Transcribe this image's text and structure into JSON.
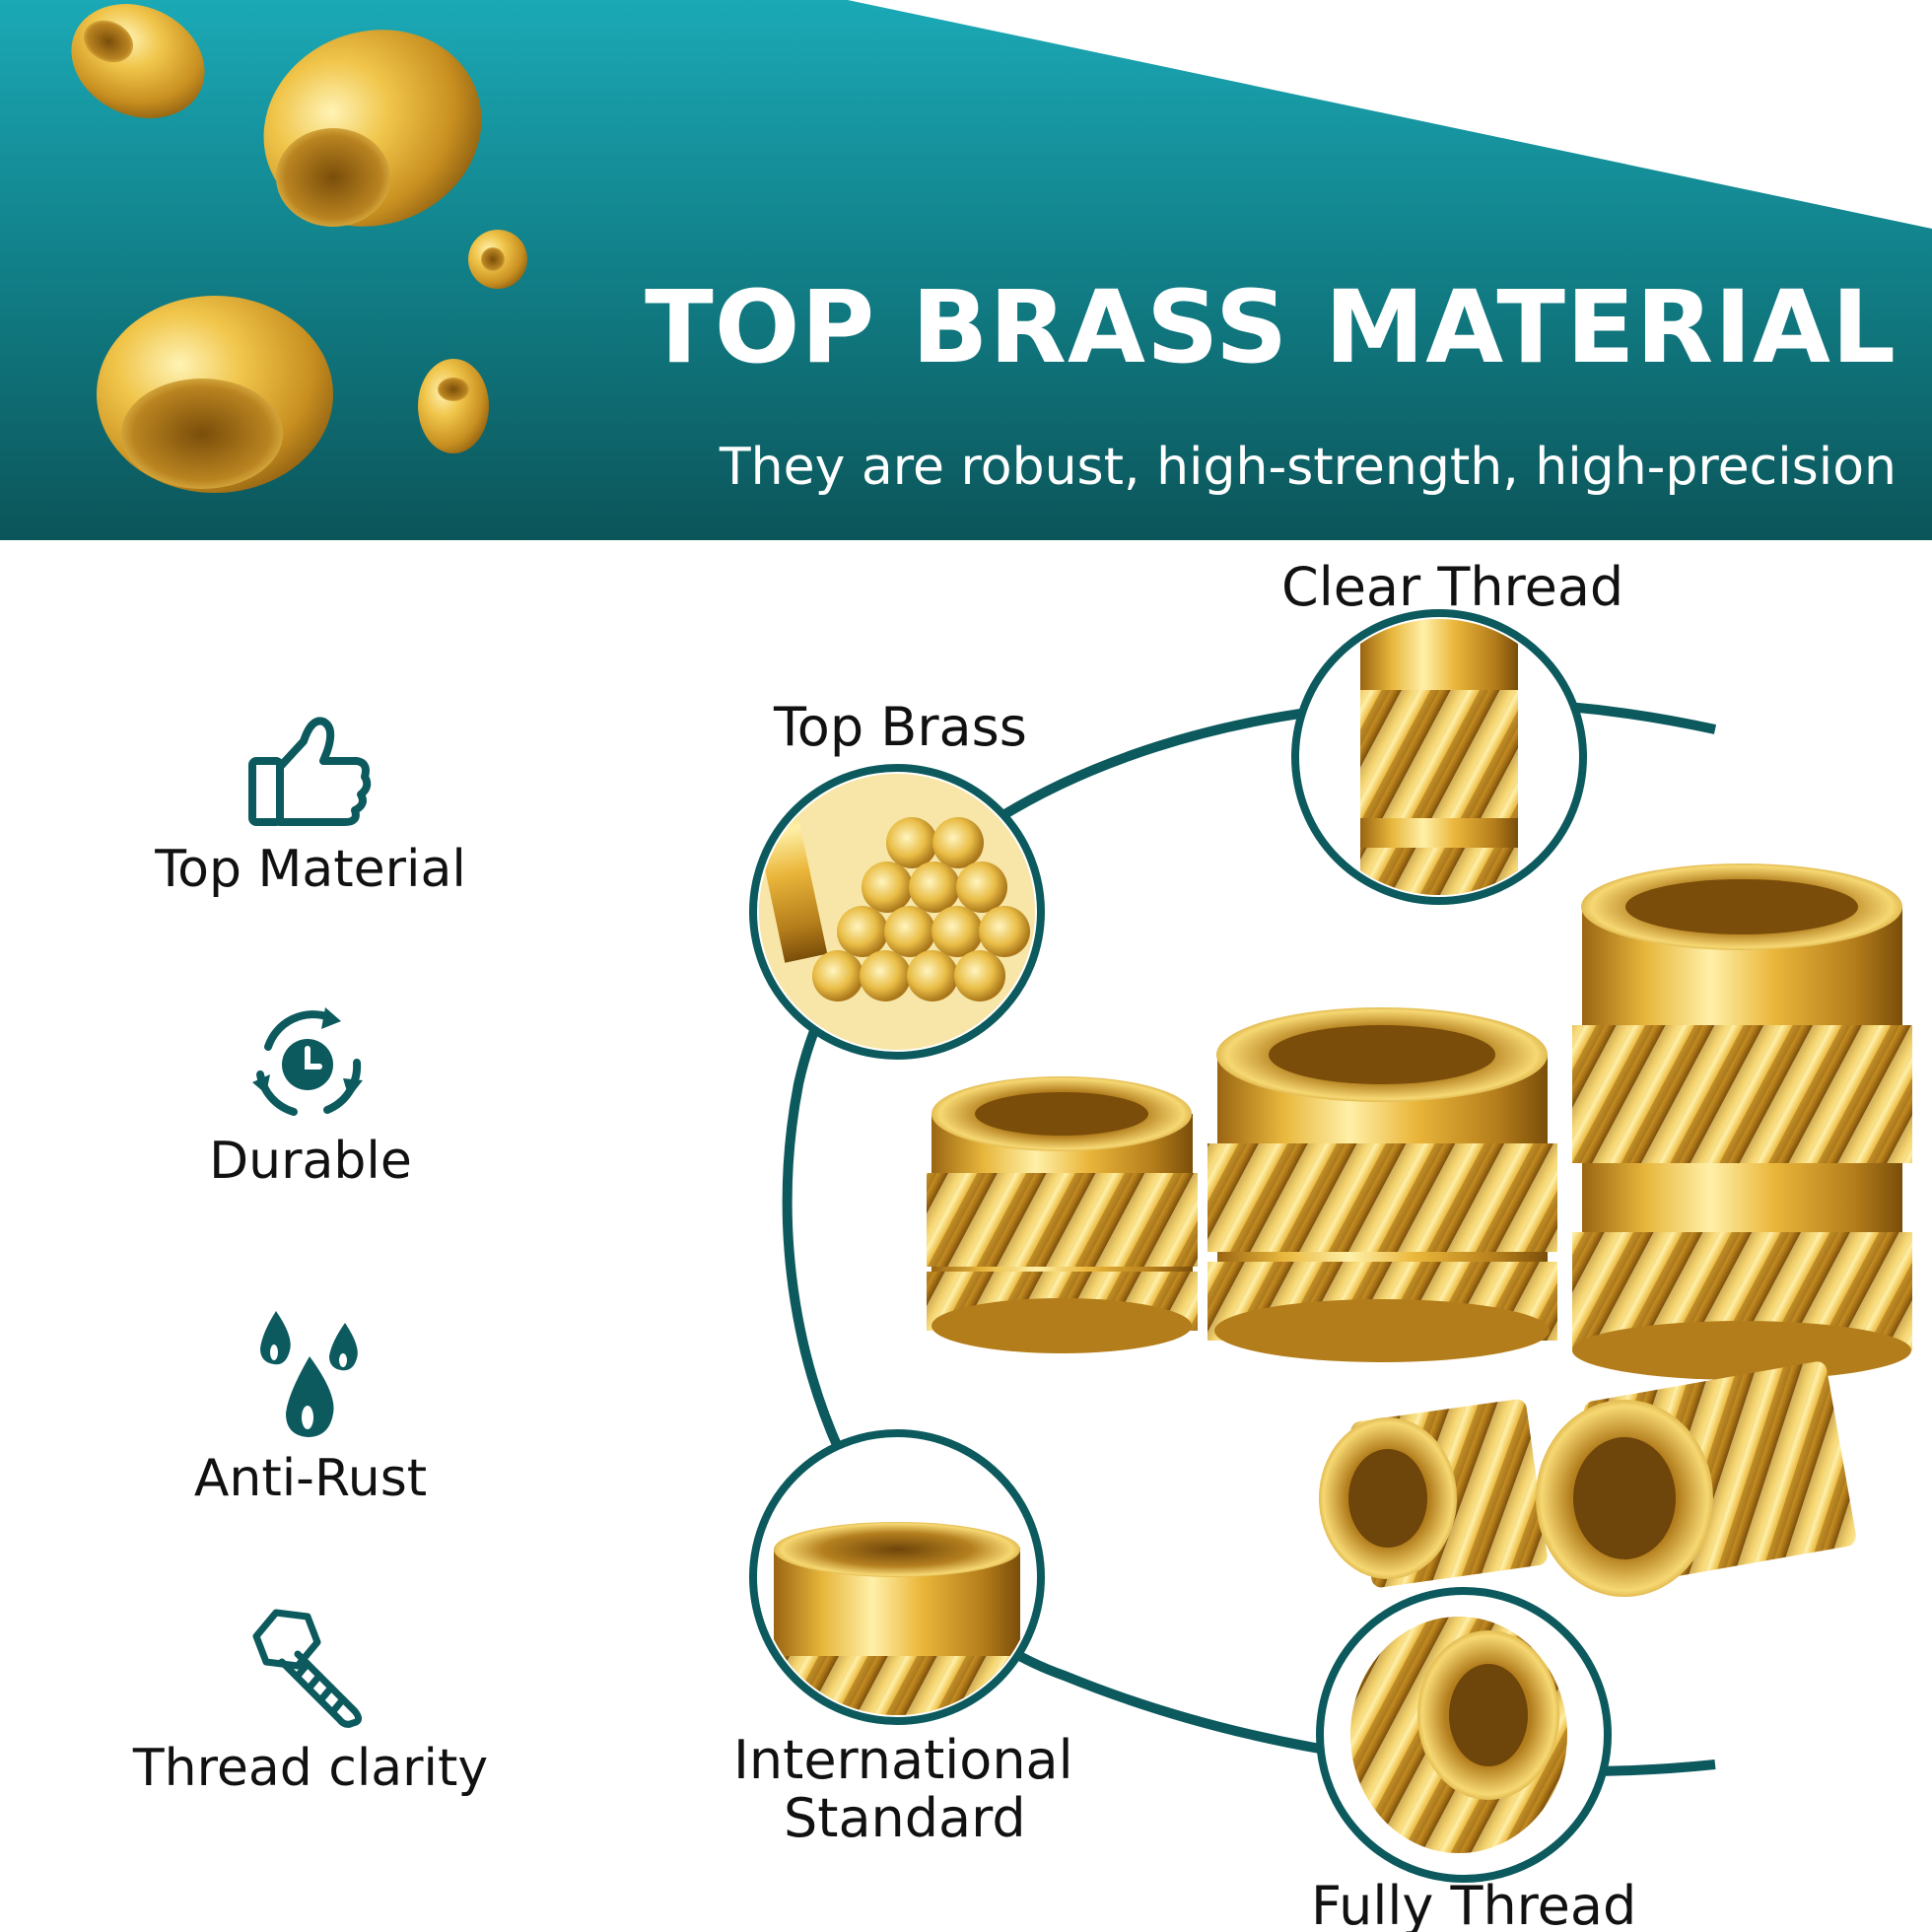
{
  "banner": {
    "headline": "TOP BRASS MATERIAL",
    "subline": "They are robust, high-strength, high-precision"
  },
  "features": [
    {
      "label": "Top Material",
      "icon": "thumbs-up-icon"
    },
    {
      "label": "Durable",
      "icon": "cycle-clock-icon"
    },
    {
      "label": "Anti-Rust",
      "icon": "water-drops-icon"
    },
    {
      "label": "Thread clarity",
      "icon": "bolt-icon"
    }
  ],
  "callouts": {
    "clear_thread": "Clear Thread",
    "top_brass": "Top Brass",
    "international": "International",
    "standard": "Standard",
    "fully_thread": "Fully Thread"
  },
  "colors": {
    "teal_dark": "#0c5a5e",
    "teal_light": "#1aa6b4",
    "brass": "#e5b53a",
    "brass_dark": "#a9761a"
  }
}
